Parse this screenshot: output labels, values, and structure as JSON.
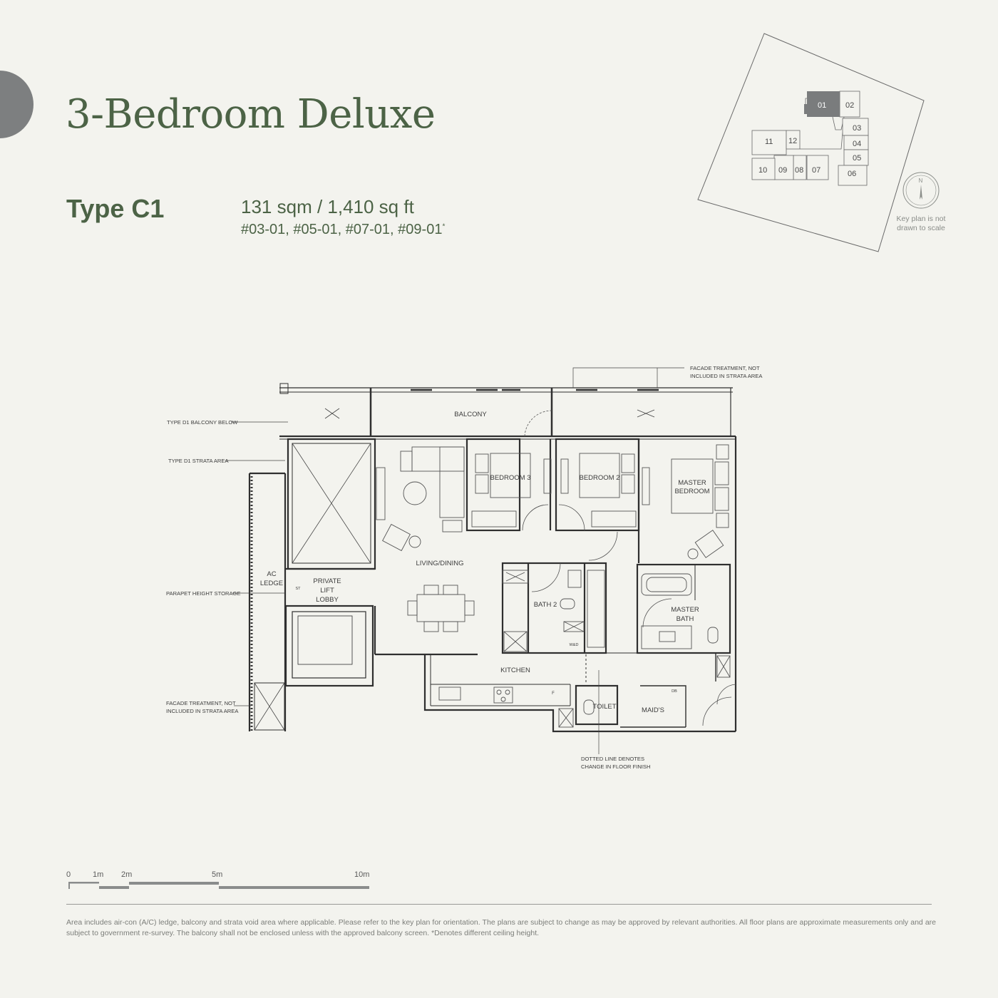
{
  "header": {
    "title": "3-Bedroom Deluxe",
    "type": "Type C1",
    "area": "131 sqm / 1,410 sq ft",
    "units": "#03-01, #05-01, #07-01, #09-01",
    "units_mark": "*"
  },
  "key_plan": {
    "units": [
      "01",
      "02",
      "03",
      "04",
      "05",
      "06",
      "07",
      "08",
      "09",
      "10",
      "11",
      "12"
    ],
    "highlighted": "01",
    "compass": "N",
    "note": "Key plan is not drawn to scale",
    "highlight_color": "#7a7c7d"
  },
  "floor_plan": {
    "rooms": {
      "balcony": "BALCONY",
      "bedroom3": "BEDROOM 3",
      "bedroom2": "BEDROOM 2",
      "master_bedroom_l1": "MASTER",
      "master_bedroom_l2": "BEDROOM",
      "living_dining": "LIVING/DINING",
      "ac_ledge_l1": "AC",
      "ac_ledge_l2": "LEDGE",
      "lift_l1": "PRIVATE",
      "lift_l2": "LIFT",
      "lift_l3": "LOBBY",
      "st": "ST",
      "bath2": "BATH 2",
      "wd": "W&D",
      "master_bath_l1": "MASTER",
      "master_bath_l2": "BATH",
      "kitchen": "KITCHEN",
      "fridge": "F",
      "toilet": "TOILET",
      "maids": "MAID'S",
      "db": "DB"
    },
    "annotations": {
      "facade_top_l1": "FACADE TREATMENT, NOT",
      "facade_top_l2": "INCLUDED IN STRATA AREA",
      "balcony_below": "TYPE D1 BALCONY BELOW",
      "strata_area": "TYPE D1 STRATA AREA",
      "parapet": "PARAPET HEIGHT STORAGE",
      "facade_left_l1": "FACADE TREATMENT, NOT",
      "facade_left_l2": "INCLUDED IN STRATA AREA",
      "dotted_l1": "DOTTED LINE DENOTES",
      "dotted_l2": "CHANGE IN FLOOR FINISH"
    }
  },
  "scale_bar": {
    "labels": [
      "0",
      "1m",
      "2m",
      "5m",
      "10m"
    ]
  },
  "disclaimer": "Area includes air-con (A/C) ledge, balcony and strata void area where applicable. Please refer to the key plan for orientation. The plans are subject to change as may be approved by relevant authorities. All floor plans are approximate measurements only and are subject to government re-survey. The balcony shall not be enclosed unless with the approved balcony screen. *Denotes different ceiling height."
}
